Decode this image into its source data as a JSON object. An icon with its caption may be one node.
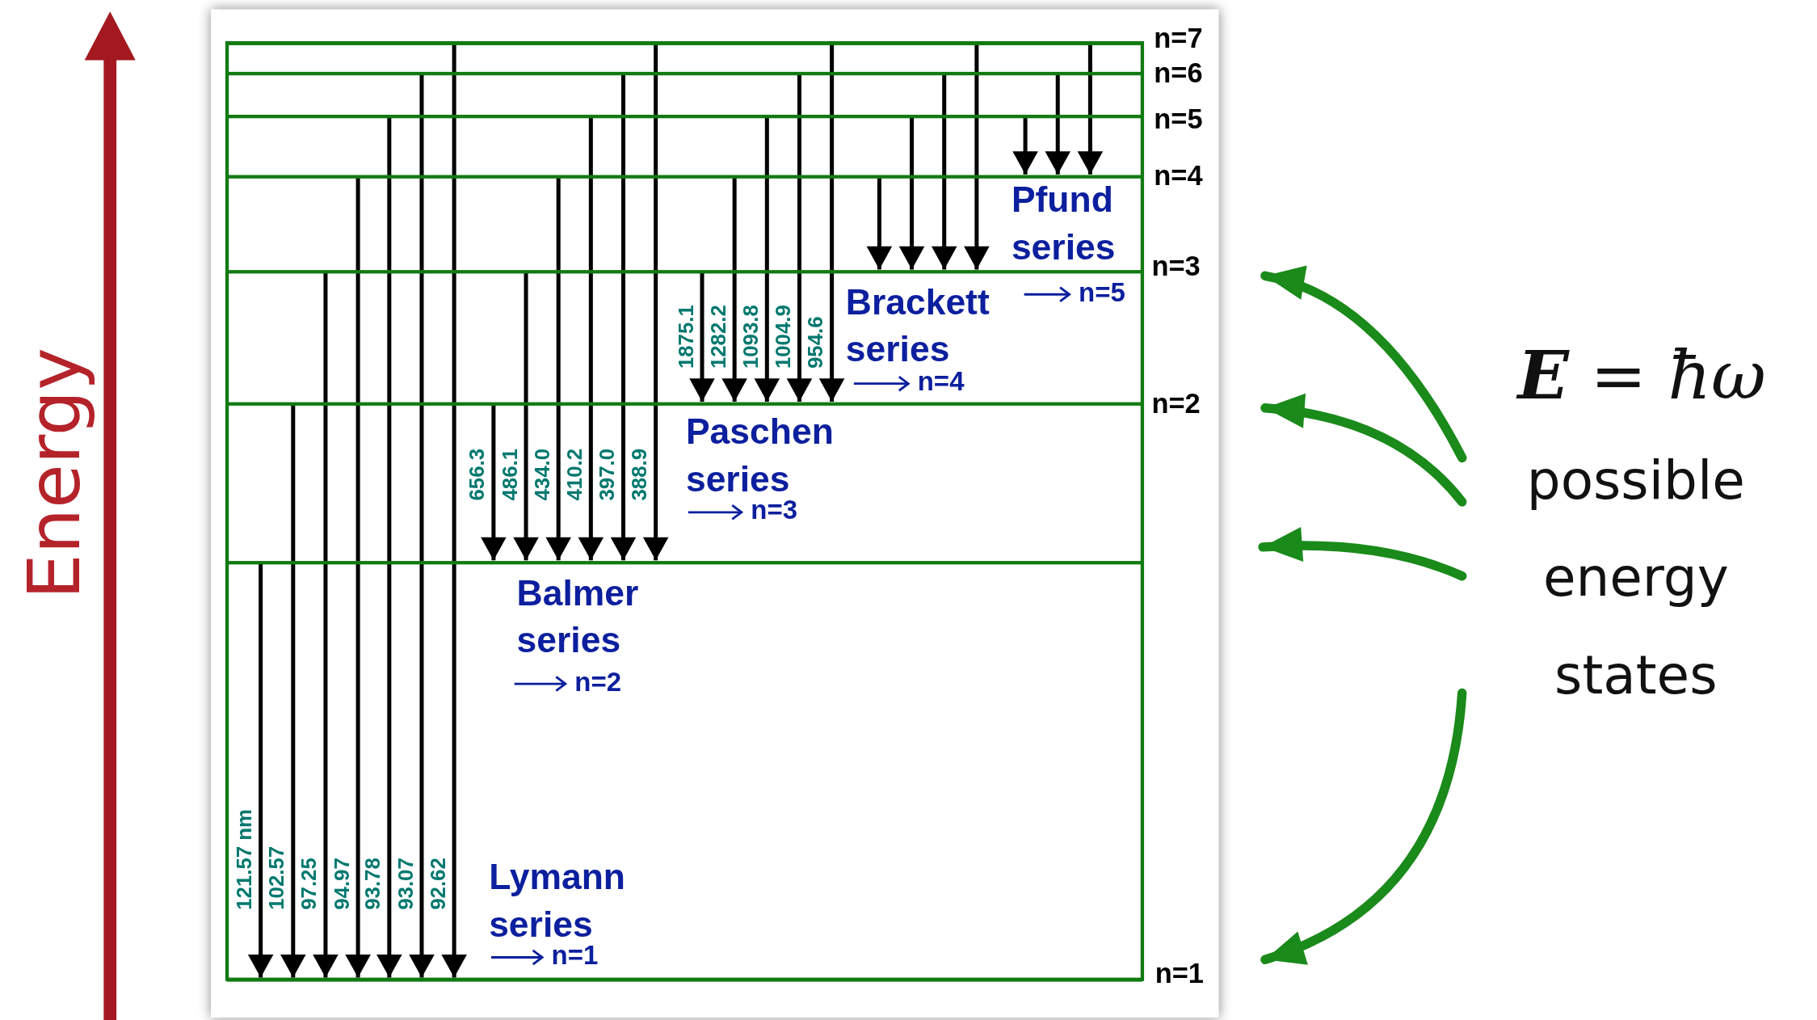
{
  "diagram": {
    "nodes": [
      {
        "text": [
          "possible energy states"
        ]
      },
      {
        "text": [],
        "shape": "bar"
      },
      {
        "text": [],
        "shape": "bar"
      },
      {
        "text": [],
        "shape": "bar"
      },
      {
        "text": [],
        "shape": "bar"
      },
      {
        "text": [],
        "shape": "bar"
      },
      {
        "text": [],
        "shape": "bar"
      },
      {
        "text": [],
        "shape": "bar"
      },
      {
        "text": [],
        "shape": "bar"
      }
    ],
    "edges": [
      {
        "from": 7,
        "to": 8,
        "arrow": "to",
        "label": "121.57 nm"
      },
      {
        "from": 6,
        "to": 8,
        "arrow": "to",
        "label": "102.57"
      },
      {
        "from": 5,
        "to": 8,
        "arrow": "to",
        "label": "97.25"
      },
      {
        "from": 4,
        "to": 8,
        "arrow": "to",
        "label": "94.97"
      },
      {
        "from": 3,
        "to": 8,
        "arrow": "to",
        "label": "93.78"
      },
      {
        "from": 2,
        "to": 8,
        "arrow": "to",
        "label": "93.07"
      },
      {
        "from": 1,
        "to": 8,
        "arrow": "to",
        "label": "92.62"
      },
      {
        "from": 6,
        "to": 7,
        "arrow": "to",
        "label": "656.3"
      },
      {
        "from": 5,
        "to": 7,
        "arrow": "to",
        "label": "486.1"
      },
      {
        "from": 4,
        "to": 7,
        "arrow": "to",
        "label": "434.0"
      },
      {
        "from": 3,
        "to": 7,
        "arrow": "to",
        "label": "410.2"
      },
      {
        "from": 2,
        "to": 7,
        "arrow": "to",
        "label": "397.0"
      },
      {
        "from": 1,
        "to": 7,
        "arrow": "to",
        "label": "388.9"
      },
      {
        "from": 5,
        "to": 6,
        "arrow": "to",
        "label": "1875.1"
      },
      {
        "from": 4,
        "to": 6,
        "arrow": "to",
        "label": "1282.2"
      },
      {
        "from": 3,
        "to": 6,
        "arrow": "to",
        "label": "1093.8"
      },
      {
        "from": 2,
        "to": 6,
        "arrow": "to",
        "label": "1004.9"
      },
      {
        "from": 1,
        "to": 6,
        "arrow": "to",
        "label": "954.6"
      },
      {
        "from": 4,
        "to": 5,
        "arrow": "to"
      },
      {
        "from": 3,
        "to": 5,
        "arrow": "to"
      },
      {
        "from": 2,
        "to": 5,
        "arrow": "to"
      },
      {
        "from": 1,
        "to": 5,
        "arrow": "to"
      },
      {
        "from": 3,
        "to": 4,
        "arrow": "to"
      },
      {
        "from": 2,
        "to": 4,
        "arrow": "to"
      },
      {
        "from": 1,
        "to": 4,
        "arrow": "to"
      },
      {
        "from": 0,
        "to": null,
        "arrow": "to",
        "style": "thick",
        "color": "#1a8a1a"
      },
      {
        "from": 0,
        "to": null,
        "arrow": "to",
        "style": "thick",
        "color": "#1a8a1a"
      },
      {
        "from": 0,
        "to": null,
        "arrow": "to",
        "style": "thick",
        "color": "#1a8a1a"
      },
      {
        "from": 0,
        "to": null,
        "arrow": "to",
        "style": "thick",
        "color": "#1a8a1a"
      }
    ],
    "labels": [
      "Energy",
      "n=7",
      "n=6",
      "n=5",
      "n=4",
      "Pfund series",
      "n=3",
      "n=5",
      "Brackett series",
      "n=2",
      "n=4",
      "Paschen series",
      "n=3",
      "Balmer series",
      "n=2",
      "Lymann series",
      "n=1",
      "n=1",
      "**E** = ħω"
    ]
  }
}
